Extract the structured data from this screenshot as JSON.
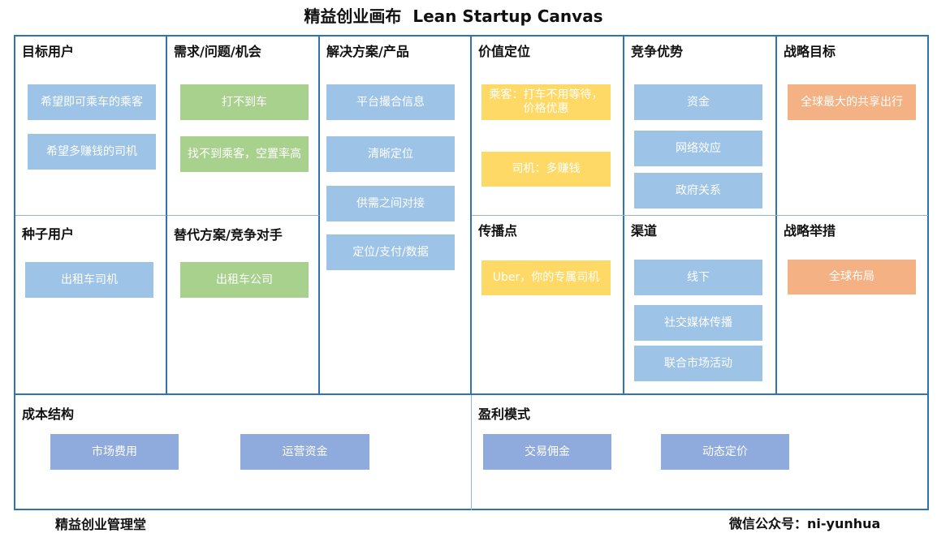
{
  "title": "精益创业画布  Lean Startup Canvas",
  "sections": {
    "target_users": {
      "title": "目标用户",
      "notes": [
        "希望即可乘车的乘客",
        "希望多赚钱的司机"
      ]
    },
    "seed_users": {
      "title": "种子用户",
      "notes": [
        "出租车司机"
      ]
    },
    "problems": {
      "title": "需求/问题/机会",
      "notes": [
        "打不到车",
        "找不到乘客，空置率高"
      ]
    },
    "alternatives": {
      "title": "替代方案/竞争对手",
      "notes": [
        "出租车公司"
      ]
    },
    "solutions": {
      "title": "解决方案/产品",
      "notes": [
        "平台撮合信息",
        "清晰定位",
        "供需之间对接",
        "定位/支付/数据"
      ]
    },
    "value": {
      "title": "价值定位",
      "notes": [
        "乘客：打车不用等待，价格优惠",
        "司机：多赚钱"
      ]
    },
    "spread": {
      "title": "传播点",
      "notes": [
        "Uber，你的专属司机"
      ]
    },
    "advantage": {
      "title": "竞争优势",
      "notes": [
        "资金",
        "网络效应",
        "政府关系"
      ]
    },
    "channels": {
      "title": "渠道",
      "notes": [
        "线下",
        "社交媒体传播",
        "联合市场活动"
      ]
    },
    "goal": {
      "title": "战略目标",
      "notes": [
        "全球最大的共享出行"
      ]
    },
    "measures": {
      "title": "战略举措",
      "notes": [
        "全球布局"
      ]
    },
    "cost": {
      "title": "成本结构",
      "notes": [
        "市场费用",
        "运营资金"
      ]
    },
    "revenue": {
      "title": "盈利模式",
      "notes": [
        "交易佣金",
        "动态定价"
      ]
    }
  },
  "footer": {
    "left": "精益创业管理堂",
    "right": "微信公众号：ni-yunhua"
  },
  "colors": {
    "border": "#2e74b5",
    "blue_note": "#9dc3e6",
    "green_note": "#a9d18e",
    "yellow_note": "#ffd966",
    "orange_note": "#f4b183",
    "indigo_note": "#8faadc"
  }
}
